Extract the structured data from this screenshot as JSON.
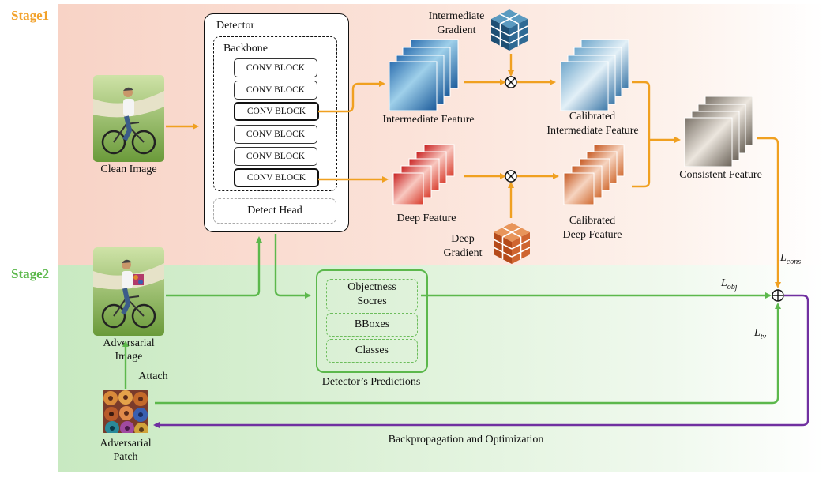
{
  "stages": {
    "stage1": "Stage1",
    "stage2": "Stage2"
  },
  "images": {
    "clean": "Clean Image",
    "adversarial_1": "Adversarial",
    "adversarial_2": "Image",
    "patch_1": "Adversarial",
    "patch_2": "Patch",
    "attach": "Attach"
  },
  "detector": {
    "title": "Detector",
    "backbone": "Backbone",
    "blocks": [
      "CONV BLOCK",
      "CONV BLOCK",
      "CONV BLOCK",
      "CONV BLOCK",
      "CONV BLOCK",
      "CONV BLOCK"
    ],
    "head": "Detect Head"
  },
  "features": {
    "intermediate": "Intermediate Feature",
    "deep": "Deep Feature",
    "grad_int_1": "Intermediate",
    "grad_int_2": "Gradient",
    "grad_deep_1": "Deep",
    "grad_deep_2": "Gradient",
    "cal_int_1": "Calibrated",
    "cal_int_2": "Intermediate Feature",
    "cal_deep_1": "Calibrated",
    "cal_deep_2": "Deep Feature",
    "consistent": "Consistent Feature"
  },
  "predictions": {
    "items": [
      "Objectness",
      "Socres",
      "BBoxes",
      "Classes"
    ],
    "caption": "Detector’s Predictions"
  },
  "losses": {
    "cons": "L",
    "cons_sub": "cons",
    "obj": "L",
    "obj_sub": "obj",
    "tv": "L",
    "tv_sub": "tv"
  },
  "backprop": "Backpropagation and Optimization",
  "colors": {
    "stage1": "#f2a22c",
    "stage2": "#5cb84c",
    "arrow_orange": "#f0a020",
    "arrow_green": "#5cb84c",
    "arrow_purple": "#7030a0"
  }
}
